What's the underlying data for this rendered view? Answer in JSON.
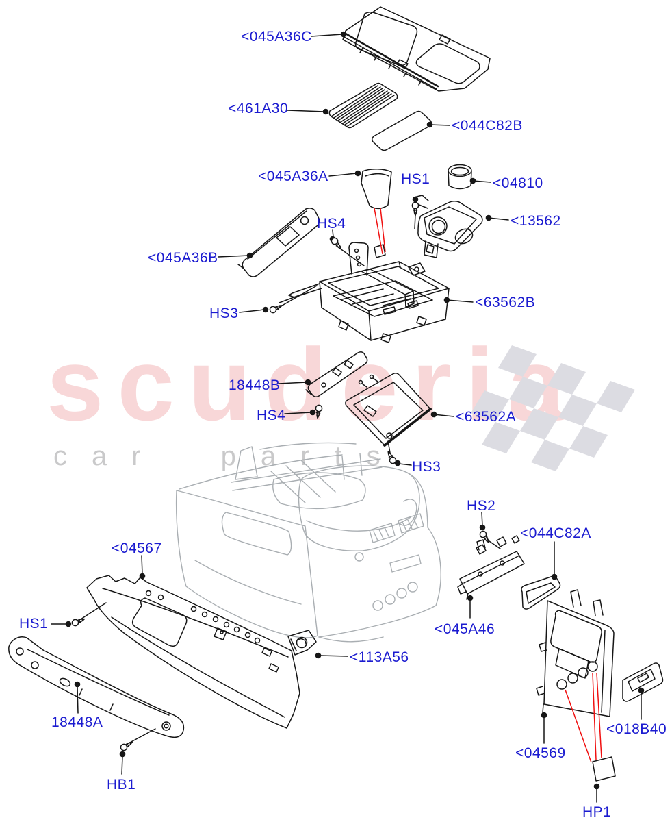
{
  "title": "Console exploded parts diagram",
  "watermark": {
    "brand": "scuderia",
    "subtitle": "car parts"
  },
  "colors": {
    "label_blue": "#1b1bd0",
    "line_black": "#161616",
    "console_gray": "#a9aeb2",
    "highlight_red": "#f01010",
    "watermark_pink": "#f8d7d8",
    "watermark_gray": "#c9c9ca",
    "flag_gray": "#dcdce2",
    "background": "#ffffff"
  },
  "labels": [
    {
      "id": "045A36C",
      "text": "<045A36C"
    },
    {
      "id": "461A30",
      "text": "<461A30"
    },
    {
      "id": "044C82B",
      "text": "<044C82B"
    },
    {
      "id": "045A36A",
      "text": "<045A36A"
    },
    {
      "id": "HS1-upper",
      "text": "HS1"
    },
    {
      "id": "04810",
      "text": "<04810"
    },
    {
      "id": "13562",
      "text": "<13562"
    },
    {
      "id": "HS4-upper",
      "text": "HS4"
    },
    {
      "id": "045A36B",
      "text": "<045A36B"
    },
    {
      "id": "HS3-upper",
      "text": "HS3"
    },
    {
      "id": "63562B",
      "text": "<63562B"
    },
    {
      "id": "18448B",
      "text": "18448B"
    },
    {
      "id": "HS4-mid",
      "text": "HS4"
    },
    {
      "id": "63562A",
      "text": "<63562A"
    },
    {
      "id": "HS3-mid",
      "text": "HS3"
    },
    {
      "id": "HS2",
      "text": "HS2"
    },
    {
      "id": "044C82A",
      "text": "<044C82A"
    },
    {
      "id": "04567",
      "text": "<04567"
    },
    {
      "id": "045A46",
      "text": "<045A46"
    },
    {
      "id": "HS1-lower",
      "text": "HS1"
    },
    {
      "id": "113A56",
      "text": "<113A56"
    },
    {
      "id": "18448A",
      "text": "18448A"
    },
    {
      "id": "04569",
      "text": "<04569"
    },
    {
      "id": "018B40",
      "text": "<018B40"
    },
    {
      "id": "HB1",
      "text": "HB1"
    },
    {
      "id": "HP1",
      "text": "HP1"
    }
  ]
}
